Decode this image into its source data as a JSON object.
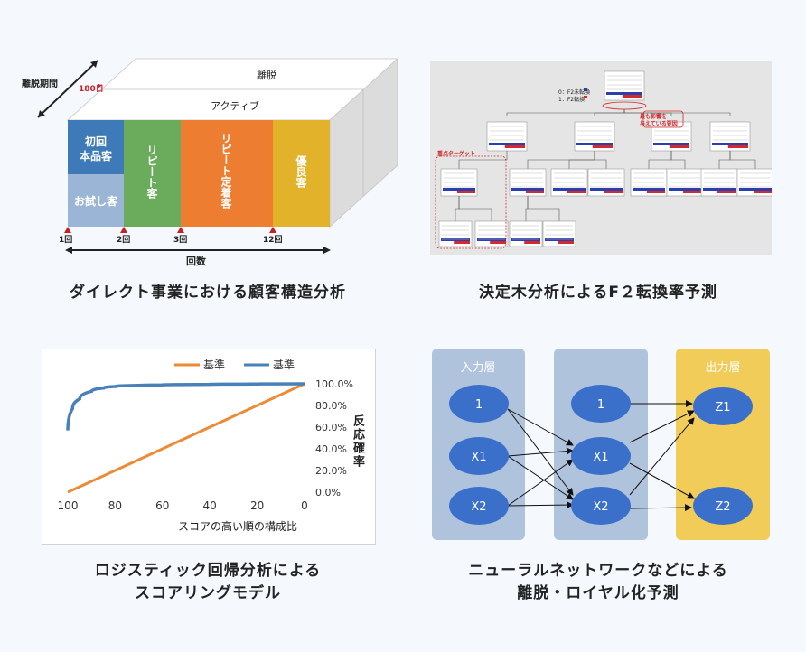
{
  "panel1": {
    "axis_y": "離脱期間",
    "day180": "180日",
    "top_label": "離脱",
    "active_label": "アクティブ",
    "segments": {
      "first": "初回\n本品客",
      "trial": "お試し客",
      "repeat": "リピート客",
      "regular": "リピート定着客",
      "loyal": "優良客"
    },
    "ticks": [
      "1回",
      "2回",
      "3回",
      "12回"
    ],
    "axis_x": "回数",
    "caption": "ダイレクト事業における顧客構造分析"
  },
  "panel2": {
    "legend": [
      "0：F2未転換",
      "1：F2転換"
    ],
    "note1": "最も影響を\n与えている要因",
    "note2": "重点ターゲット",
    "caption": "決定木分析によるF２転換率予測"
  },
  "panel3": {
    "legend": [
      "基準",
      "基準"
    ],
    "series_colors": [
      "#ed8a35",
      "#4a80b8"
    ],
    "xlabel": "スコアの高い順の構成比",
    "ylabel": "反応確率",
    "caption_line1": "ロジスティック回帰分析による",
    "caption_line2": "スコアリングモデル",
    "chart_data": {
      "type": "line",
      "x_ticks": [
        "100",
        "80",
        "60",
        "40",
        "20",
        "0"
      ],
      "y_ticks": [
        "0.0%",
        "20.0%",
        "40.0%",
        "60.0%",
        "80.0%",
        "100.0%"
      ],
      "xlim": [
        100,
        0
      ],
      "ylim": [
        0,
        100
      ],
      "series": [
        {
          "x": [
            100,
            0
          ],
          "y": [
            0,
            100
          ]
        },
        {
          "x": [
            100,
            98,
            95,
            90,
            85,
            80,
            70,
            60,
            40,
            20,
            0
          ],
          "y": [
            57,
            77,
            86,
            93,
            96,
            97.5,
            98.5,
            99,
            99.5,
            99.8,
            100
          ]
        }
      ]
    }
  },
  "panel4": {
    "input_title": "入力層",
    "output_title": "出力層",
    "input_nodes": [
      "1",
      "X1",
      "X2"
    ],
    "hidden_nodes": [
      "1",
      "X1",
      "X2"
    ],
    "output_nodes": [
      "Z1",
      "Z2"
    ],
    "caption_line1": "ニューラルネットワークなどによる",
    "caption_line2": "離脱・ロイヤル化予測"
  }
}
